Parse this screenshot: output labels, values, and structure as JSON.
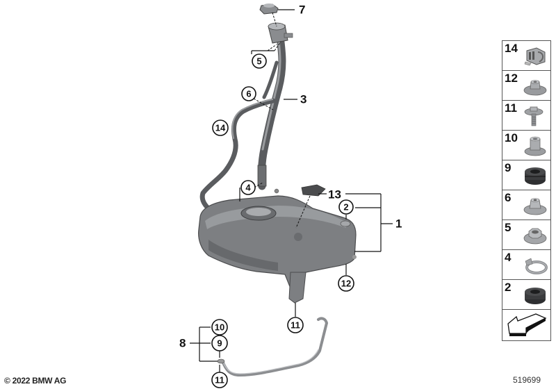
{
  "diagram": {
    "title_visible": false,
    "callouts": {
      "label_7": "7",
      "label_5": "5",
      "label_6": "6",
      "label_3": "3",
      "label_14": "14",
      "label_4": "4",
      "label_13": "13",
      "label_2": "2",
      "label_1": "1",
      "label_12": "12",
      "label_11_tank": "11",
      "label_8": "8",
      "label_10": "10",
      "label_9": "9",
      "label_11_pipe": "11"
    }
  },
  "side_panel": {
    "items": [
      {
        "number": "14",
        "icon": "clip-icon"
      },
      {
        "number": "12",
        "icon": "collar-nut-icon"
      },
      {
        "number": "11",
        "icon": "collar-screw-icon"
      },
      {
        "number": "10",
        "icon": "spacer-bushing-icon"
      },
      {
        "number": "9",
        "icon": "rubber-grommet-icon"
      },
      {
        "number": "6",
        "icon": "hex-collar-nut-icon"
      },
      {
        "number": "5",
        "icon": "hex-nut-washer-icon"
      },
      {
        "number": "4",
        "icon": "hose-clamp-icon"
      },
      {
        "number": "2",
        "icon": "rubber-mount-icon"
      }
    ],
    "direction_icon": "front-direction-arrow-icon"
  },
  "footer": {
    "copyright": "© 2022 BMW AG",
    "diagram_id": "519699"
  },
  "colors": {
    "part_gray": "#7d7f82",
    "part_dark": "#5e6063",
    "line": "#111111",
    "background": "#ffffff"
  }
}
